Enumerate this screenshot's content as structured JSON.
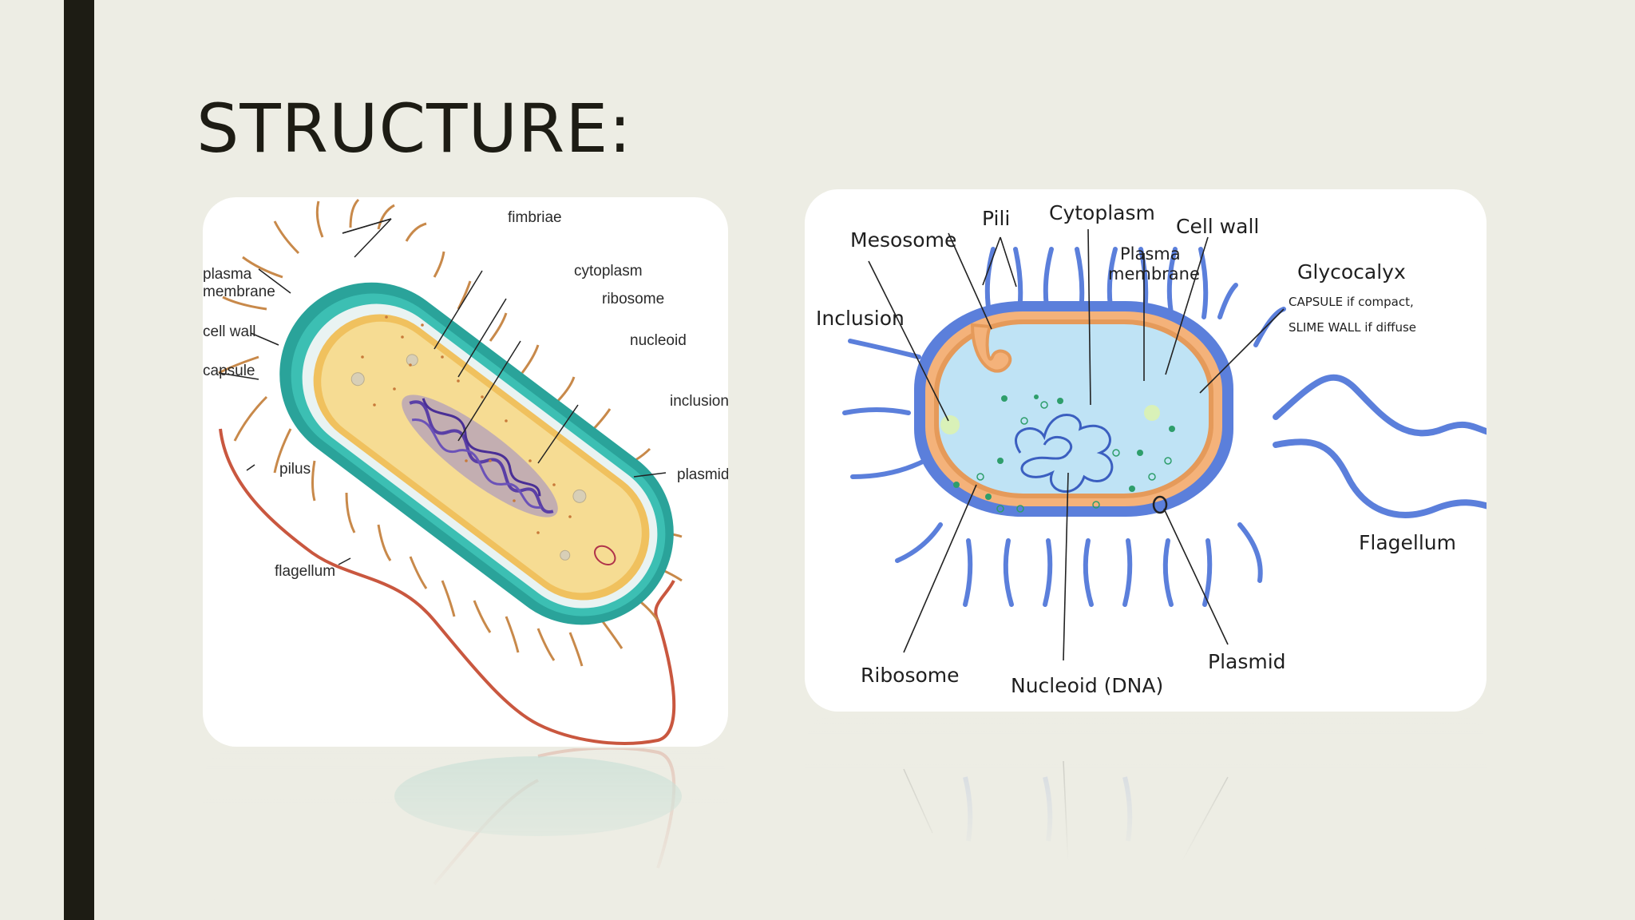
{
  "slide": {
    "title": "STRUCTURE:"
  },
  "diagram_left": {
    "labels": {
      "fimbriae": "fimbriae",
      "plasma_membrane_1": "plasma",
      "plasma_membrane_2": "membrane",
      "cell_wall": "cell wall",
      "capsule": "capsule",
      "cytoplasm": "cytoplasm",
      "ribosome": "ribosome",
      "nucleoid": "nucleoid",
      "inclusion": "inclusion",
      "pilus": "pilus",
      "plasmid": "plasmid",
      "flagellum": "flagellum"
    }
  },
  "diagram_right": {
    "labels": {
      "pili": "Pili",
      "cytoplasm": "Cytoplasm",
      "cell_wall": "Cell wall",
      "mesosome": "Mesosome",
      "plasma_membrane_1": "Plasma",
      "plasma_membrane_2": "membrane",
      "glycocalyx": "Glycocalyx",
      "glycocalyx_note_1": "CAPSULE if compact,",
      "glycocalyx_note_2": "SLIME WALL if diffuse",
      "inclusion": "Inclusion",
      "flagellum": "Flagellum",
      "ribosome": "Ribosome",
      "nucleoid": "Nucleoid (DNA)",
      "plasmid": "Plasmid"
    }
  },
  "colors": {
    "background": "#edede4",
    "accent_bar": "#1d1c14",
    "capsule_teal": "#2aa39a",
    "cytoplasm_yellow": "#f6dc93",
    "dna_purple": "#5a3fa6",
    "cell_blue": "#5b7fdb",
    "membrane_orange": "#f4b27a",
    "cytoplasm_light_blue": "#bfe3f5",
    "flagellum_red": "#c9573f"
  }
}
